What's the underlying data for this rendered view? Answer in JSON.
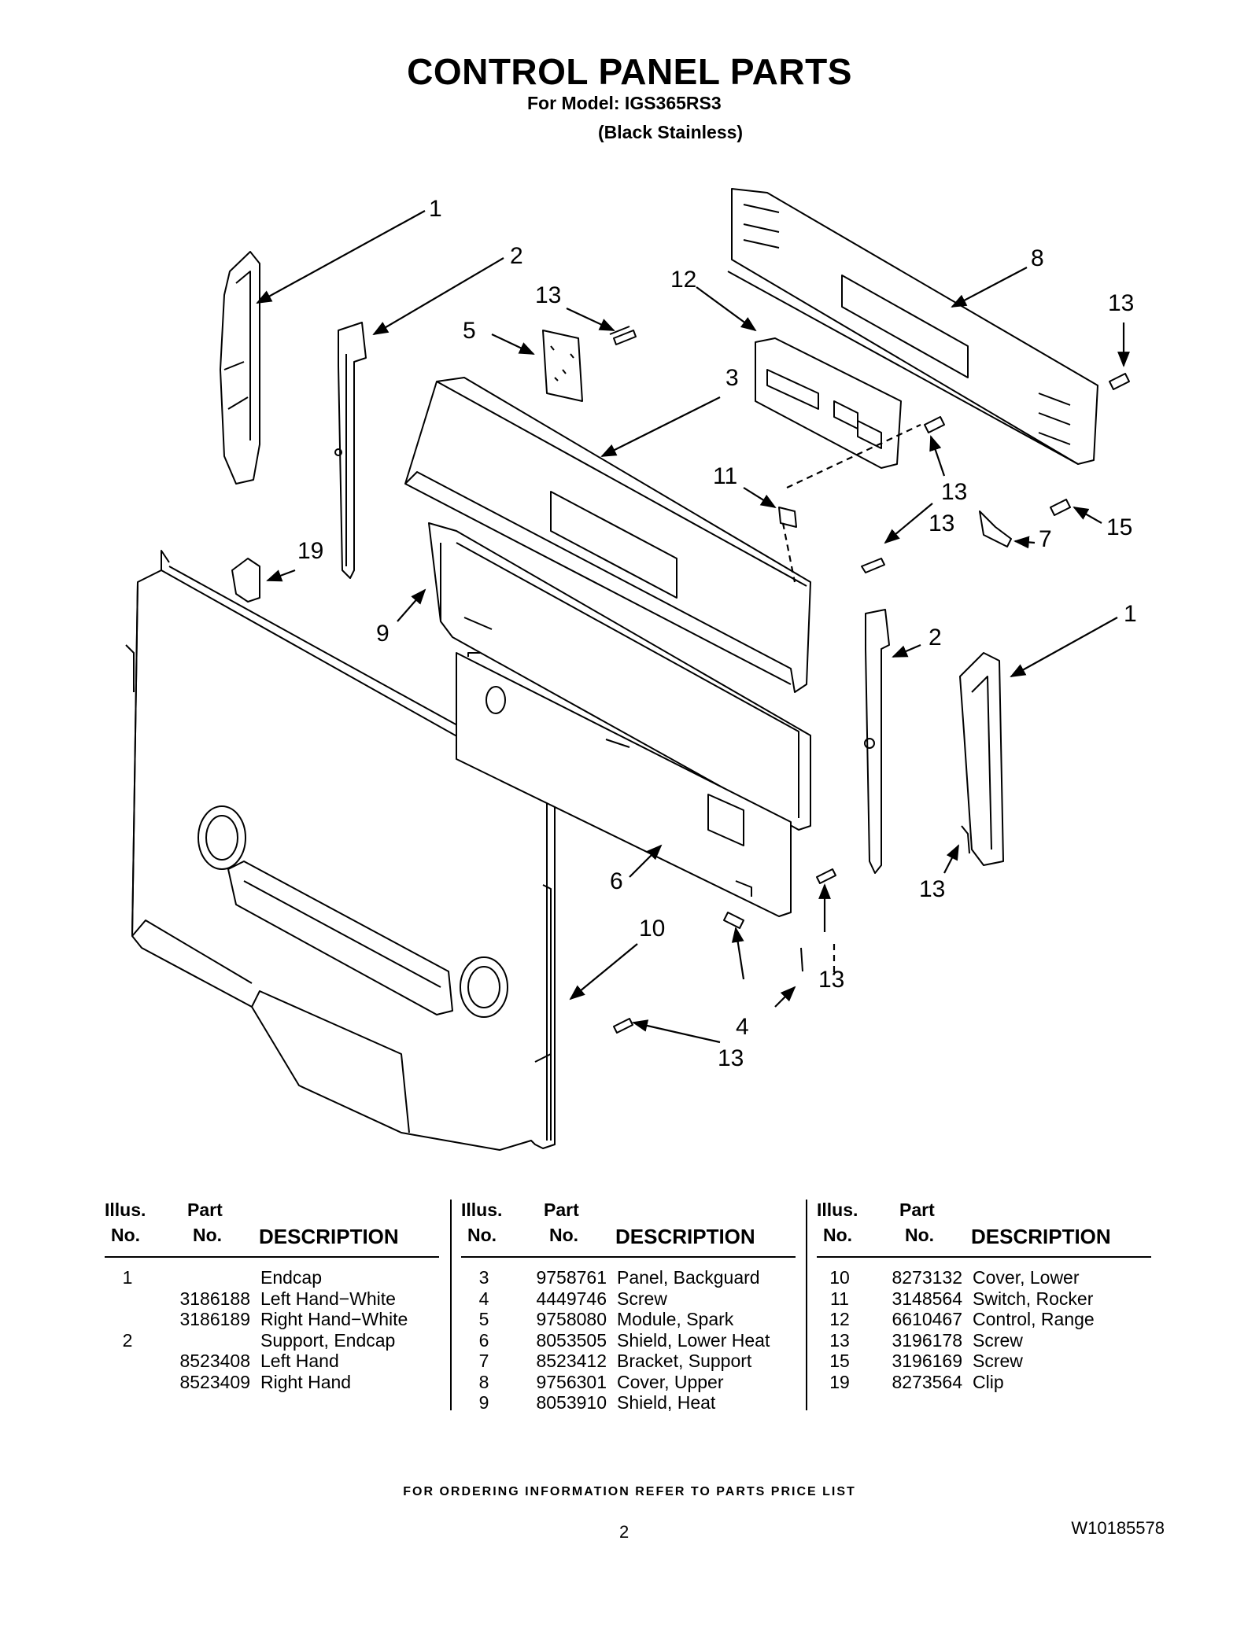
{
  "header": {
    "title": "CONTROL PANEL PARTS",
    "model_line": "For Model: IGS365RS3",
    "color_line": "(Black Stainless)"
  },
  "callouts": [
    "1",
    "2",
    "13",
    "5",
    "12",
    "8",
    "13",
    "3",
    "13",
    "11",
    "13",
    "15",
    "7",
    "19",
    "9",
    "1",
    "2",
    "6",
    "13",
    "10",
    "13",
    "4",
    "13"
  ],
  "table": {
    "headers": {
      "illus_1": "Illus.",
      "illus_2": "No.",
      "part_1": "Part",
      "part_2": "No.",
      "description": "DESCRIPTION"
    },
    "columns": [
      [
        {
          "illus": "1",
          "part": "",
          "desc": "Endcap"
        },
        {
          "illus": "",
          "part": "3186188",
          "desc": "Left Hand−White"
        },
        {
          "illus": "",
          "part": "3186189",
          "desc": "Right Hand−White"
        },
        {
          "illus": "2",
          "part": "",
          "desc": "Support, Endcap"
        },
        {
          "illus": "",
          "part": "8523408",
          "desc": "Left Hand"
        },
        {
          "illus": "",
          "part": "8523409",
          "desc": "Right Hand"
        }
      ],
      [
        {
          "illus": "3",
          "part": "9758761",
          "desc": "Panel, Backguard"
        },
        {
          "illus": "4",
          "part": "4449746",
          "desc": "Screw"
        },
        {
          "illus": "5",
          "part": "9758080",
          "desc": "Module, Spark"
        },
        {
          "illus": "6",
          "part": "8053505",
          "desc": "Shield, Lower Heat"
        },
        {
          "illus": "7",
          "part": "8523412",
          "desc": "Bracket, Support"
        },
        {
          "illus": "8",
          "part": "9756301",
          "desc": "Cover, Upper"
        },
        {
          "illus": "9",
          "part": "8053910",
          "desc": "Shield, Heat"
        }
      ],
      [
        {
          "illus": "10",
          "part": "8273132",
          "desc": "Cover, Lower"
        },
        {
          "illus": "11",
          "part": "3148564",
          "desc": "Switch, Rocker"
        },
        {
          "illus": "12",
          "part": "6610467",
          "desc": "Control, Range"
        },
        {
          "illus": "13",
          "part": "3196178",
          "desc": "Screw"
        },
        {
          "illus": "15",
          "part": "3196169",
          "desc": "Screw"
        },
        {
          "illus": "19",
          "part": "8273564",
          "desc": "Clip"
        }
      ]
    ]
  },
  "footer": {
    "note": "FOR ORDERING INFORMATION REFER TO PARTS PRICE LIST",
    "page": "2",
    "doc_id": "W10185578"
  }
}
